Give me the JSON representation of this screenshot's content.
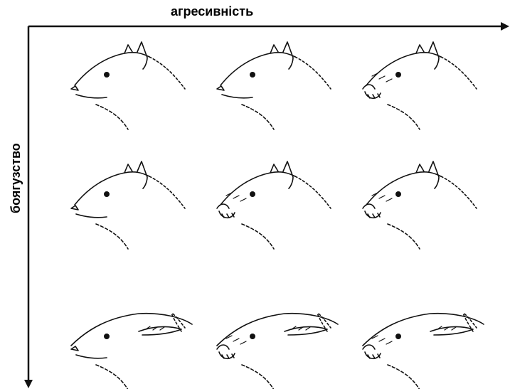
{
  "axes": {
    "x_label": "агресивність",
    "y_label": "боягузство"
  },
  "grid": {
    "rows": 3,
    "cols": 3,
    "levels": [
      [
        "calm",
        "alert",
        "snarl"
      ],
      [
        "wary",
        "threat",
        "snarl"
      ],
      [
        "ears-back",
        "fearful-snarl",
        "defensive-snarl"
      ]
    ]
  },
  "colors": {
    "ink": "#111111",
    "background": "#ffffff"
  }
}
